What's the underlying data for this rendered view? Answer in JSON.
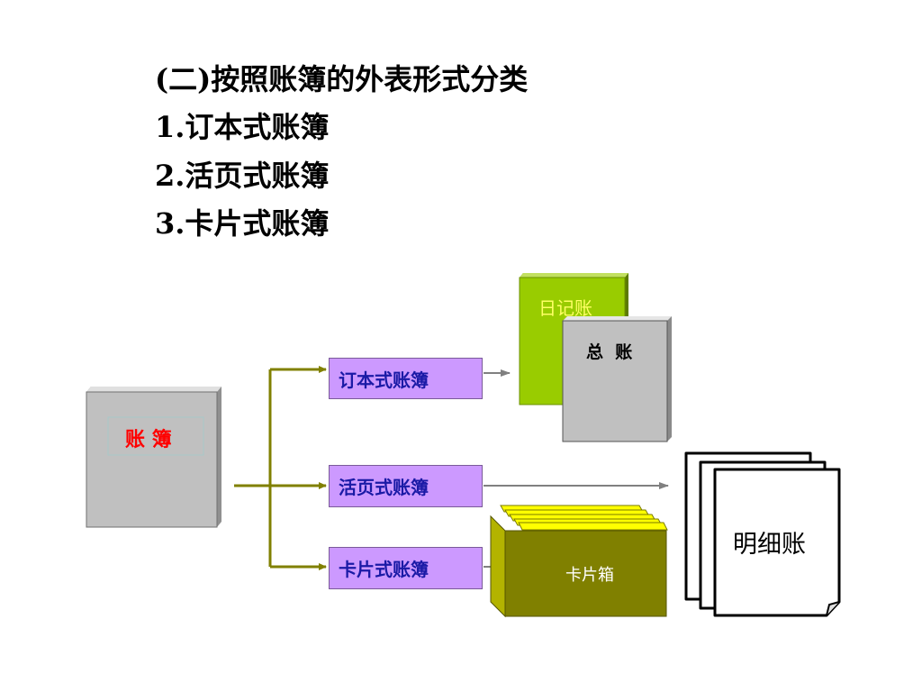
{
  "heading": {
    "title": "(二)按照账簿的外表形式分类",
    "items": [
      "1.订本式账簿",
      "2.活页式账簿",
      "3.卡片式账簿"
    ]
  },
  "diagram": {
    "source_book": "账 簿",
    "categories": [
      "订本式账簿",
      "活页式账簿",
      "卡片式账簿"
    ],
    "journal_book": "日记账",
    "general_ledger": "总  账",
    "subsidiary_ledger": "明细账",
    "card_box": "卡片箱"
  },
  "colors": {
    "category_fill": "#cc99ff",
    "category_text": "#1a1aa6",
    "connector": "#808000",
    "journal_green": "#99cc00",
    "card_box_olive": "#808000",
    "card_yellow": "#ffff00",
    "book_gray": "#c0c0c0",
    "source_label_red": "#ff0000"
  }
}
